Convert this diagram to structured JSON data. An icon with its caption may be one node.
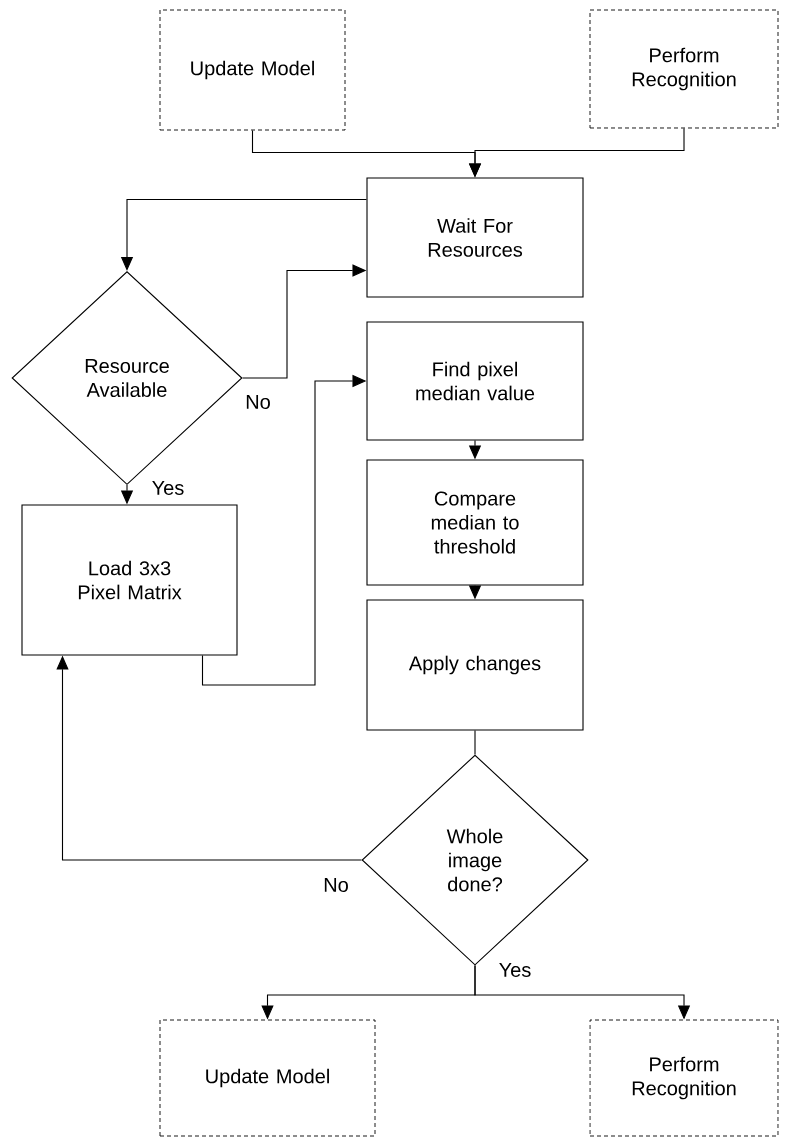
{
  "diagram": {
    "nodes": [
      {
        "text": [
          "Update Model"
        ]
      },
      {
        "text": [
          "Perform Recognition"
        ]
      },
      {
        "text": [
          "Wait For Resources"
        ]
      },
      {
        "text": [
          "Resource Available"
        ]
      },
      {
        "text": [
          "Find pixel median value"
        ]
      },
      {
        "text": [
          "Load 3x3 Pixel Matrix"
        ]
      },
      {
        "text": [
          "Compare median to threshold"
        ]
      },
      {
        "text": [
          "Apply changes"
        ]
      },
      {
        "text": [
          "Whole image done?"
        ]
      },
      {
        "text": [
          "Update Model"
        ]
      },
      {
        "text": [
          "Perform Recognition"
        ]
      }
    ],
    "edges": [
      {
        "from": 0,
        "to": 2,
        "arrow": "to"
      },
      {
        "from": 1,
        "to": 2,
        "arrow": "to"
      },
      {
        "from": 2,
        "to": 3,
        "arrow": "to"
      },
      {
        "from": 3,
        "to": 2,
        "arrow": "to",
        "label": "No"
      },
      {
        "from": 3,
        "to": 5,
        "arrow": "to",
        "label": "Yes"
      },
      {
        "from": 5,
        "to": 4,
        "arrow": "to"
      },
      {
        "from": 4,
        "to": 6,
        "arrow": "to"
      },
      {
        "from": 6,
        "to": 7,
        "arrow": "to"
      },
      {
        "from": 7,
        "to": 8,
        "arrow": "none"
      },
      {
        "from": 8,
        "to": 5,
        "arrow": "to",
        "label": "No"
      },
      {
        "from": 8,
        "to": 9,
        "arrow": "to",
        "label": "Yes"
      },
      {
        "from": 8,
        "to": 10,
        "arrow": "to"
      }
    ]
  }
}
